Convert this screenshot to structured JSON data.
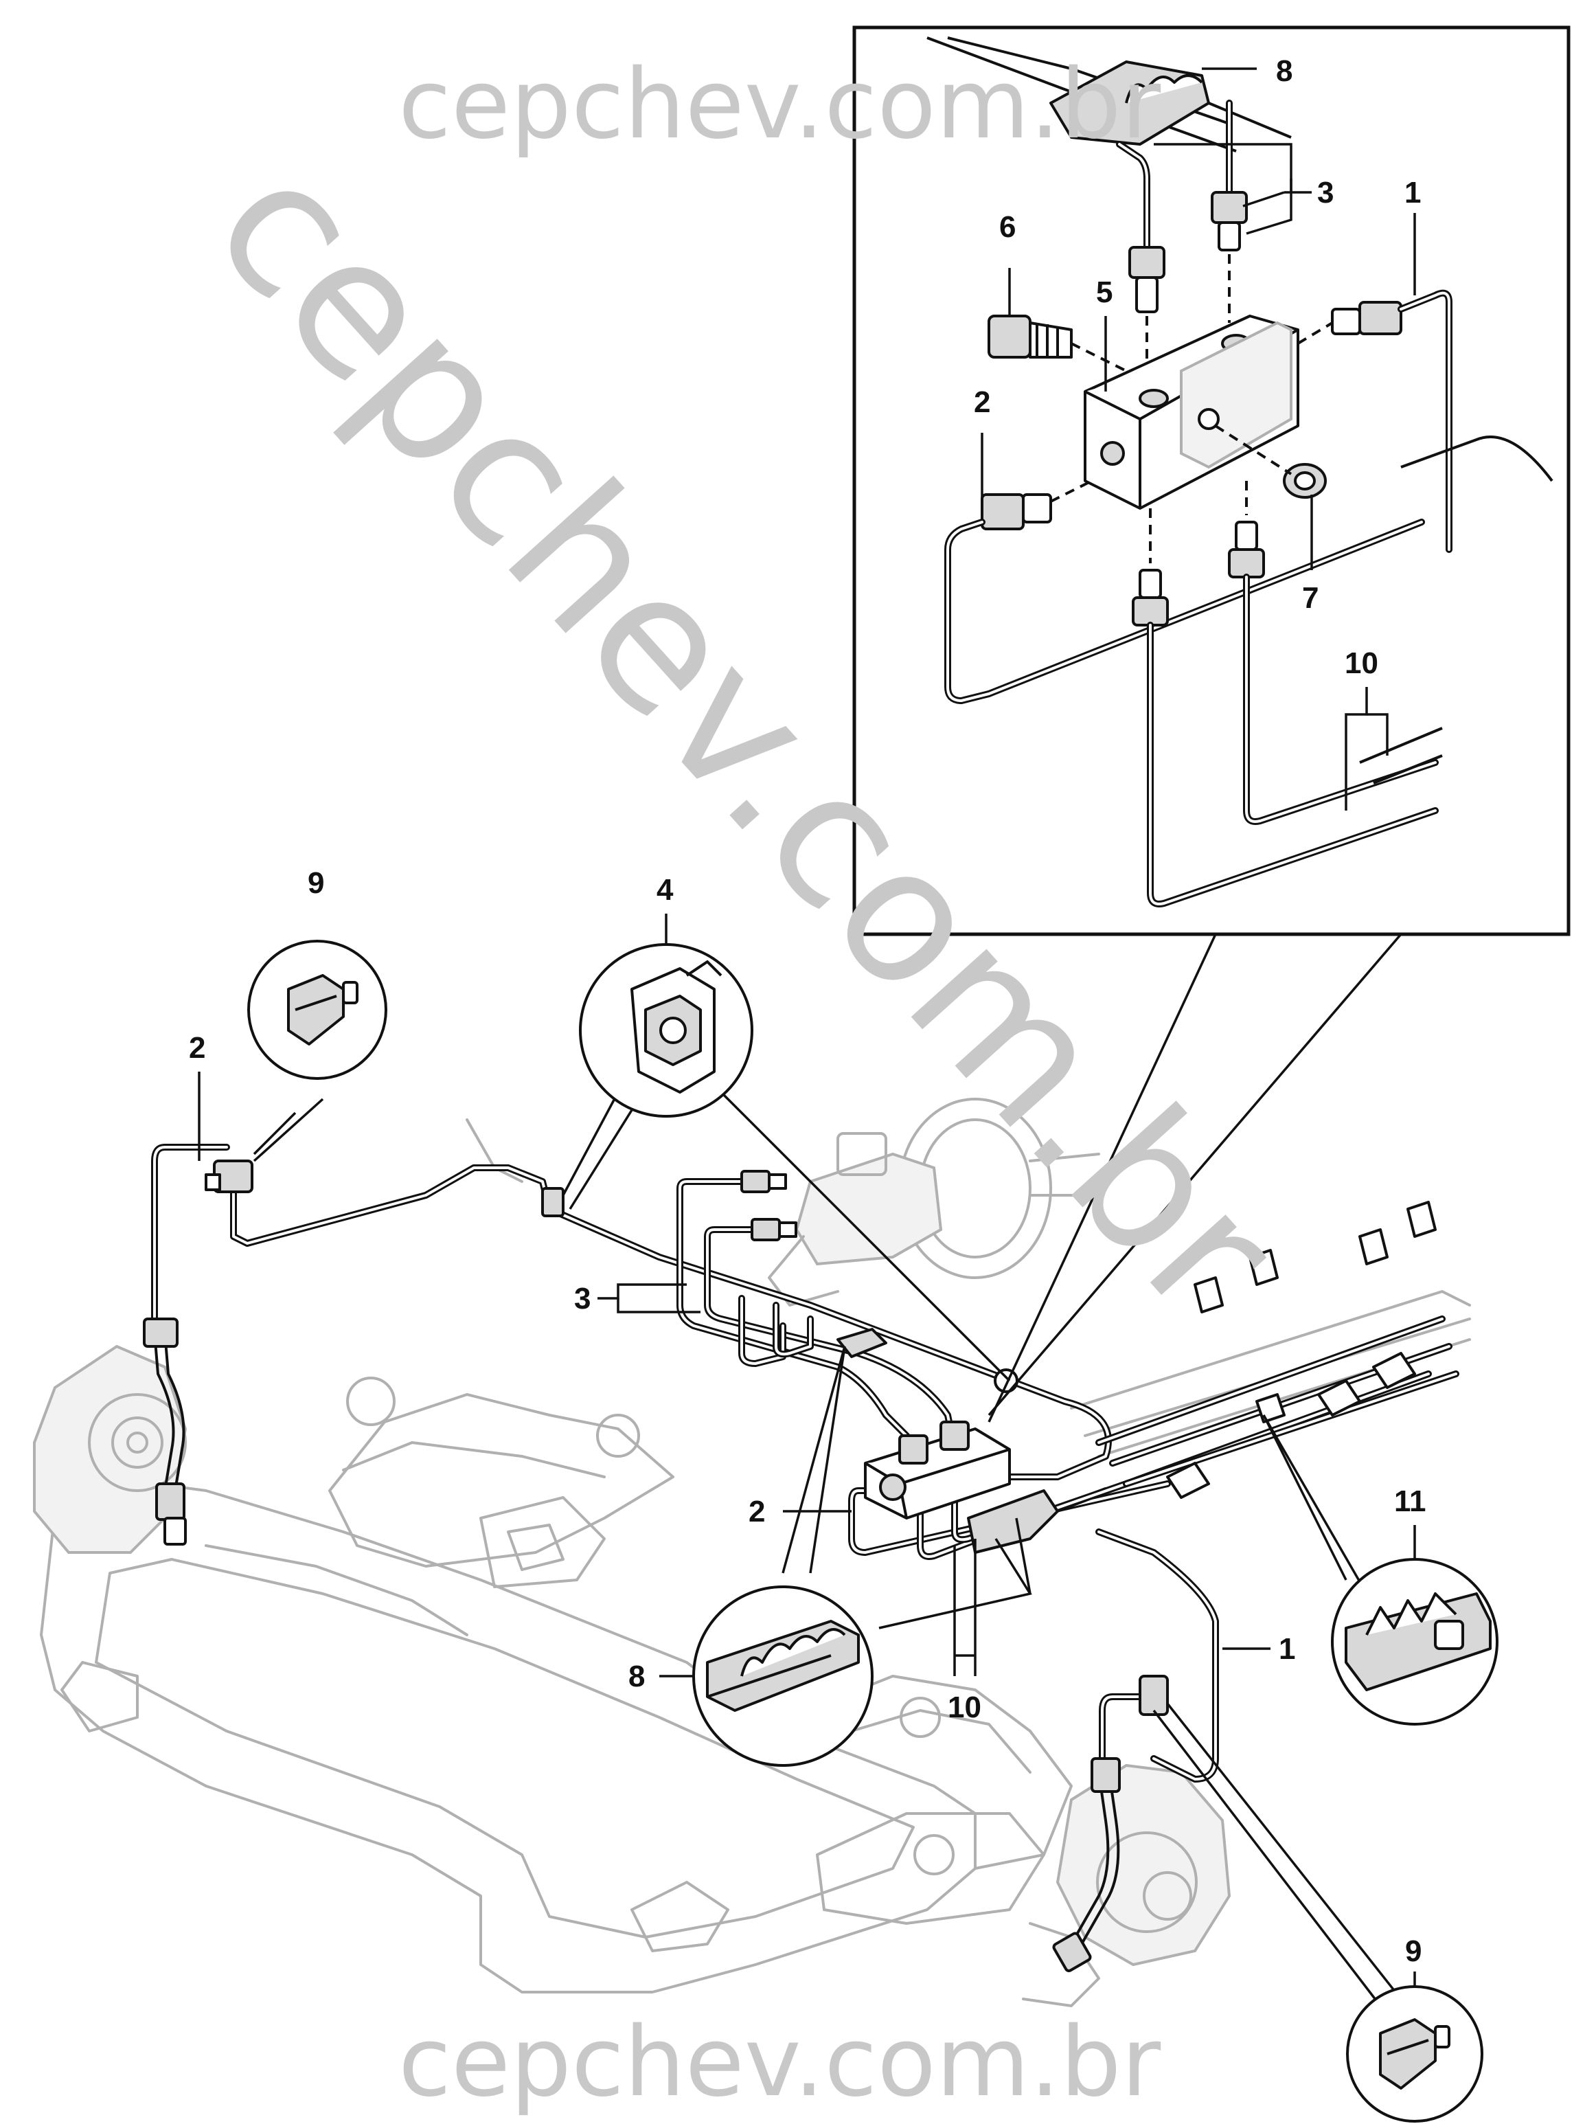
{
  "watermarks": {
    "top": "cepchev.com.br",
    "diagonal": "cepchev.com.br",
    "bottom": "cepchev.com.br"
  },
  "callouts": {
    "inset": {
      "c8": "8",
      "c3": "3",
      "c1": "1",
      "c6": "6",
      "c5": "5",
      "c2": "2",
      "c7": "7",
      "c10": "10"
    },
    "main": {
      "c9_left": "9",
      "c4": "4",
      "c2_left": "2",
      "c3": "3",
      "c2_center": "2",
      "c11": "11",
      "c1": "1",
      "c8": "8",
      "c10": "10",
      "c9_right": "9"
    }
  },
  "colors": {
    "line": "#111111",
    "ghost": "#b0b0b0",
    "watermark": "#c8c8c8",
    "background": "#ffffff"
  }
}
